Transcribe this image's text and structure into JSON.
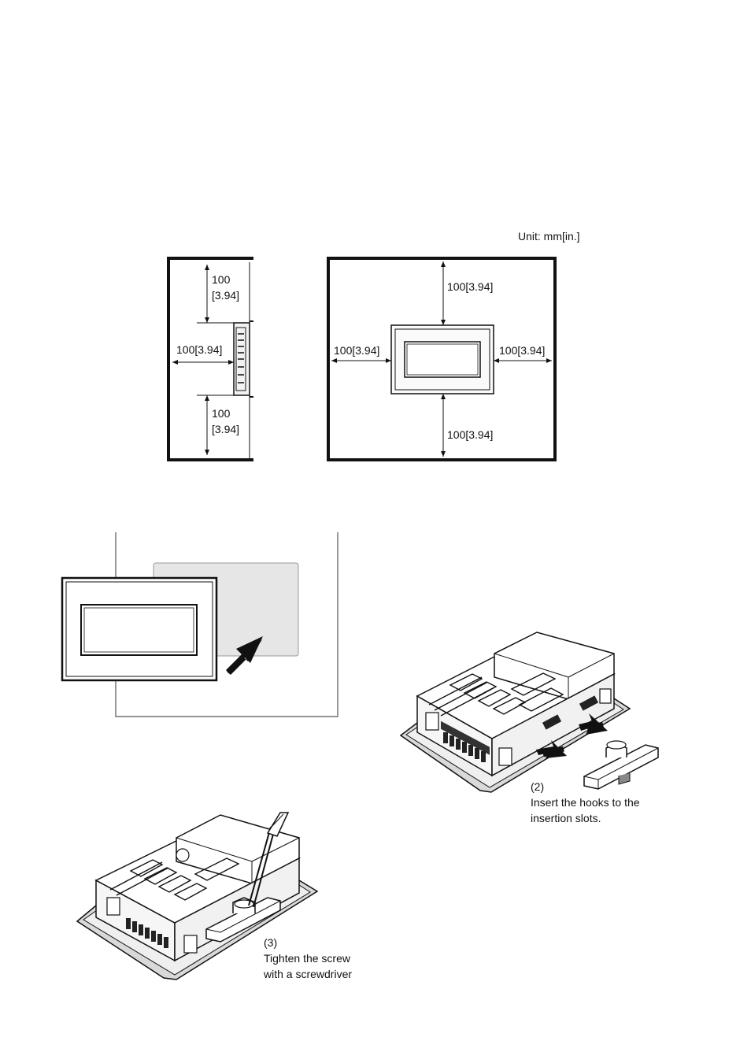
{
  "unit_label": "Unit: mm[in.]",
  "clearance": {
    "side_top_line1": "100",
    "side_top_line2": "[3.94]",
    "side_mid": "100[3.94]",
    "side_bottom_line1": "100",
    "side_bottom_line2": "[3.94]",
    "front_top": "100[3.94]",
    "front_left": "100[3.94]",
    "front_right": "100[3.94]",
    "front_bottom": "100[3.94]"
  },
  "step2": {
    "number": "(2)",
    "line1": "Insert the hooks to the",
    "line2": "insertion slots."
  },
  "step3": {
    "number": "(3)",
    "line1": "Tighten the screw",
    "line2": "with a screwdriver"
  },
  "colors": {
    "line": "#111111",
    "panel_fill": "#e6e6e6",
    "panel_stroke": "#999999",
    "device_body": "#f4f4f4"
  }
}
